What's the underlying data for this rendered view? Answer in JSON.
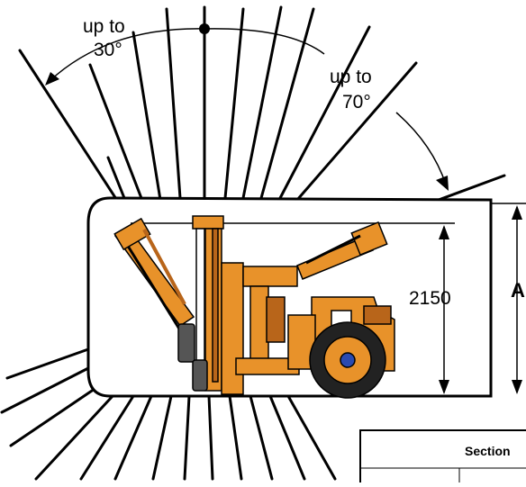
{
  "annotations": {
    "tilt_left_line1": "up to",
    "tilt_left_line2": "30°",
    "tilt_right_line1": "up to",
    "tilt_right_line2": "70°",
    "height_value": "2150",
    "section_marker": "A"
  },
  "table": {
    "header": "Section"
  },
  "colors": {
    "machine": "#E8922A",
    "machine_shadow": "#B8651A",
    "lines": "#000000",
    "background": "#FFFFFF"
  }
}
